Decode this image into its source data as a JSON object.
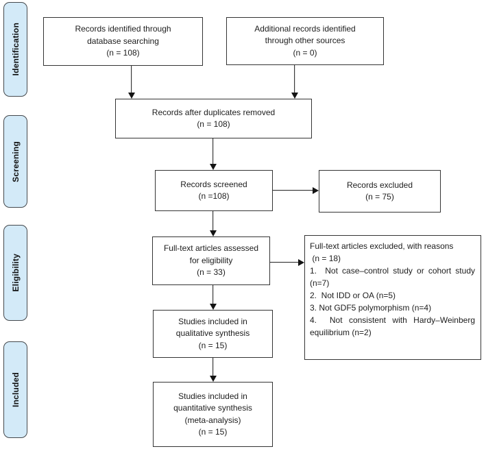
{
  "stages": [
    {
      "label": "Identification"
    },
    {
      "label": "Screening"
    },
    {
      "label": "Eligibility"
    },
    {
      "label": "Included"
    }
  ],
  "boxes": {
    "identified": {
      "lines": [
        "Records identified through",
        "database searching",
        "(n = 108)"
      ]
    },
    "additional": {
      "lines": [
        "Additional records identified",
        "through other sources",
        "(n = 0)"
      ]
    },
    "deduplicated": {
      "lines": [
        "Records after duplicates removed",
        "(n = 108)"
      ]
    },
    "screened": {
      "lines": [
        "Records screened",
        "(n =108)"
      ]
    },
    "records_excluded": {
      "lines": [
        "Records excluded",
        "(n = 75)"
      ]
    },
    "fulltext_assessed": {
      "lines": [
        "Full-text articles assessed",
        "for eligibility",
        "(n = 33)"
      ]
    },
    "fulltext_excluded": {
      "title": "Full-text articles excluded, with reasons",
      "count_line": " (n = 18)",
      "reasons": [
        "1.  Not case–control study or cohort study (n=7)",
        "2.  Not IDD or OA (n=5)",
        "3. Not GDF5 polymorphism (n=4)",
        "4.  Not consistent with Hardy–Weinberg equilibrium (n=2)"
      ]
    },
    "qualitative": {
      "lines": [
        "Studies included in",
        "qualitative synthesis",
        "(n = 15)"
      ]
    },
    "quantitative": {
      "lines": [
        "Studies included in",
        "quantitative synthesis",
        "(meta-analysis)",
        "(n = 15)"
      ]
    }
  },
  "colors": {
    "stage_fill": "#d3eaf8",
    "stage_border": "#44484c",
    "box_border": "#333333",
    "arrow": "#141414",
    "background": "#ffffff",
    "text": "#1c1c1c"
  }
}
